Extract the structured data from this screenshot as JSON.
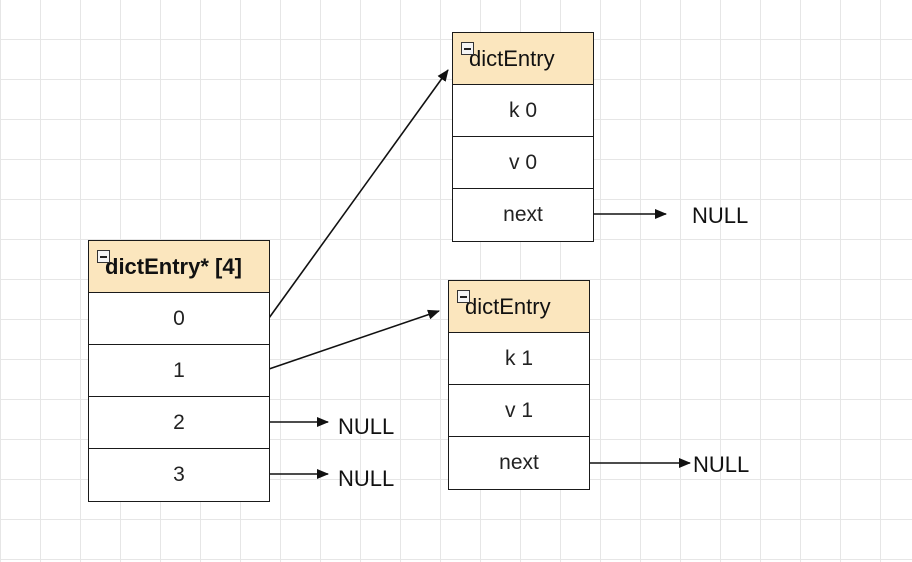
{
  "array": {
    "title": "dictEntry* [4]",
    "rows": [
      "0",
      "1",
      "2",
      "3"
    ]
  },
  "entry0": {
    "title": "dictEntry",
    "rows": [
      "k 0",
      "v 0",
      "next"
    ]
  },
  "entry1": {
    "title": "dictEntry",
    "rows": [
      "k 1",
      "v 1",
      "next"
    ]
  },
  "nulls": {
    "entry0_next": "NULL",
    "entry1_next": "NULL",
    "slot2": "NULL",
    "slot3": "NULL"
  },
  "colors": {
    "header": "#fbe6be",
    "grid": "#e6e6e6",
    "line": "#1a1a1a"
  }
}
